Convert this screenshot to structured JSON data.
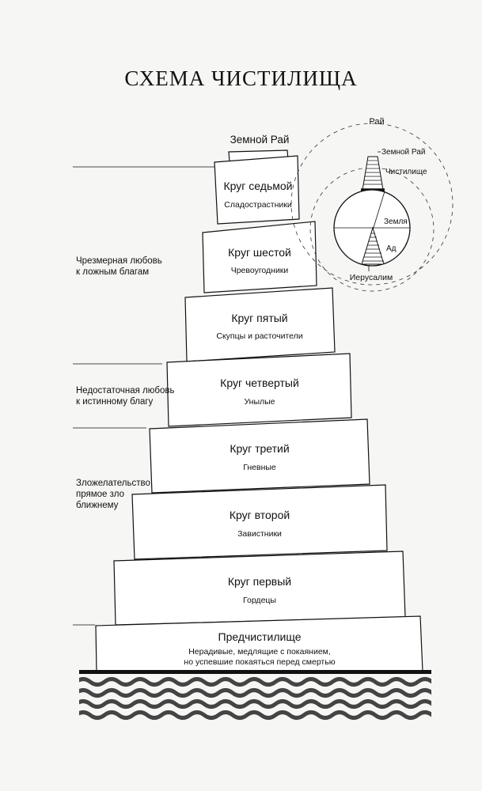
{
  "title": "СХЕМА ЧИСТИЛИЩА",
  "earthly_paradise": "Земной Рай",
  "terraces": [
    {
      "name": "Круг седьмой",
      "sinners": "Сладострастники"
    },
    {
      "name": "Круг шестой",
      "sinners": "Чревоугодники"
    },
    {
      "name": "Круг пятый",
      "sinners": "Скупцы и расточители"
    },
    {
      "name": "Круг четвертый",
      "sinners": "Унылые"
    },
    {
      "name": "Круг третий",
      "sinners": "Гневные"
    },
    {
      "name": "Круг второй",
      "sinners": "Завистники"
    },
    {
      "name": "Круг первый",
      "sinners": "Гордецы"
    }
  ],
  "ante_purgatory": {
    "name": "Предчистилище",
    "line1": "Нерадивые, медлящие с покаянием,",
    "line2": "но успевшие покаяться перед смертью"
  },
  "side_groups": [
    {
      "line1": "Чрезмерная любовь",
      "line2": "к ложным благам"
    },
    {
      "line1": "Недостаточная любовь",
      "line2": "к истинному благу"
    },
    {
      "line1": "Зложелательство,",
      "line2": "прямое зло",
      "line3": "ближнему"
    }
  ],
  "cosmos": {
    "paradise": "Рай",
    "earthly_paradise": "Земной Рай",
    "purgatory": "Чистилище",
    "earth": "Земля",
    "hell": "Ад",
    "jerusalem": "Иерусалим"
  },
  "colors": {
    "ink": "#111111",
    "paper": "#f6f6f4",
    "water": "#444444"
  }
}
